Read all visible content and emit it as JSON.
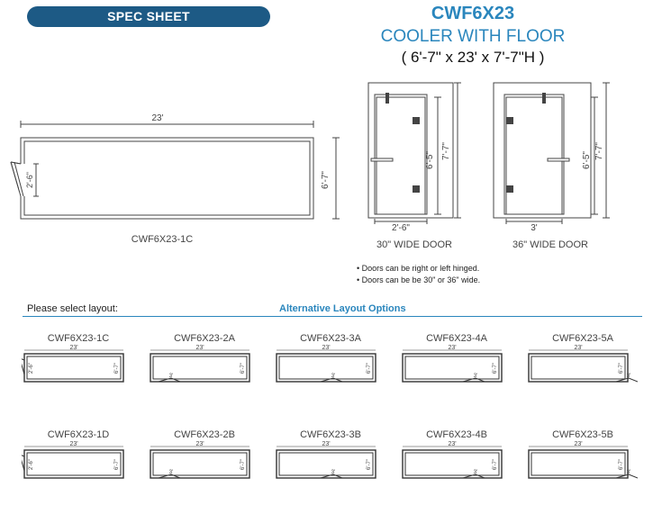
{
  "header": {
    "banner": "SPEC SHEET",
    "model": "CWF6X23",
    "subtitle": "COOLER WITH FLOOR",
    "dims": "( 6'-7\" x 23' x 7'-7\"H )"
  },
  "main_plan": {
    "width_label": "23'",
    "depth_label": "6'-7\"",
    "door_label": "2'-6\"",
    "caption": "CWF6X23-1C"
  },
  "doors": [
    {
      "caption": "30\" WIDE DOOR",
      "width_label": "2'-6\"",
      "door_height_label": "6'-5\"",
      "height_label": "7'-7\""
    },
    {
      "caption": "36\" WIDE DOOR",
      "width_label": "3'",
      "door_height_label": "6'-5\"",
      "height_label": "7'-7\""
    }
  ],
  "notes": [
    "Doors can be right or left hinged.",
    "Doors can be be 30\" or 36\" wide."
  ],
  "layout_section": {
    "select_label": "Please select layout:",
    "alt_label": "Alternative Layout Options"
  },
  "layouts": [
    {
      "name": "CWF6X23-1C",
      "width": "23'",
      "depth": "6'-7\"",
      "door": "2'-6\""
    },
    {
      "name": "CWF6X23-2A",
      "width": "23'",
      "depth": "6'-7\"",
      "door": "3'"
    },
    {
      "name": "CWF6X23-3A",
      "width": "23'",
      "depth": "6'-7\"",
      "door": "3'"
    },
    {
      "name": "CWF6X23-4A",
      "width": "23'",
      "depth": "6'-7\"",
      "door": "3'"
    },
    {
      "name": "CWF6X23-5A",
      "width": "23'",
      "depth": "6'-7\"",
      "door": "3'"
    },
    {
      "name": "CWF6X23-1D",
      "width": "23'",
      "depth": "6'-7\"",
      "door": "2'-6\""
    },
    {
      "name": "CWF6X23-2B",
      "width": "23'",
      "depth": "6'-7\"",
      "door": "3'"
    },
    {
      "name": "CWF6X23-3B",
      "width": "23'",
      "depth": "6'-7\"",
      "door": "3'"
    },
    {
      "name": "CWF6X23-4B",
      "width": "23'",
      "depth": "6'-7\"",
      "door": "3'"
    },
    {
      "name": "CWF6X23-5B",
      "width": "23'",
      "depth": "6'-7\"",
      "door": "3'"
    }
  ]
}
